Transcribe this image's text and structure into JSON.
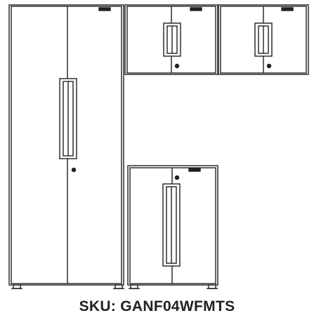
{
  "caption": {
    "sku_text": "SKU: GANF04WFMTS"
  },
  "colors": {
    "line": "#231f20",
    "fill": "#ffffff",
    "badge": "#231f20"
  },
  "product": {
    "components": [
      "tall-locker-cabinet",
      "wall-cabinet-left",
      "wall-cabinet-right",
      "base-cabinet"
    ]
  }
}
